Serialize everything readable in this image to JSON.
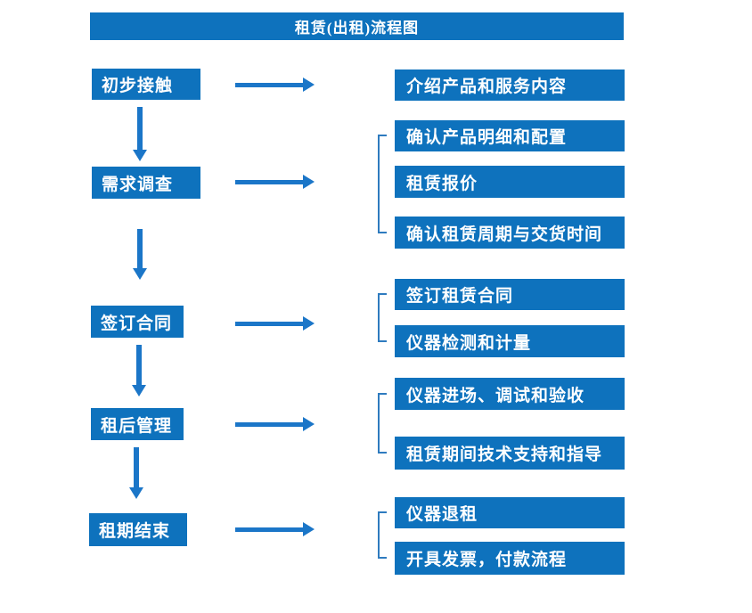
{
  "title": "租赁(出租)流程图",
  "colors": {
    "box_blue": "#0e72bd",
    "arrow_blue": "#1b76c8",
    "bracket_blue": "#2e7bbf",
    "text_white": "#ffffff",
    "background": "#ffffff"
  },
  "flow": [
    {
      "step": "初步接触",
      "outputs": [
        "介绍产品和服务内容"
      ]
    },
    {
      "step": "需求调查",
      "outputs": [
        "确认产品明细和配置",
        "租赁报价",
        "确认租赁周期与交货时间"
      ]
    },
    {
      "step": "签订合同",
      "outputs": [
        "签订租赁合同",
        "仪器检测和计量"
      ]
    },
    {
      "step": "租后管理",
      "outputs": [
        "仪器进场、调试和验收",
        "租赁期间技术支持和指导"
      ]
    },
    {
      "step": "租期结束",
      "outputs": [
        "仪器退租",
        "开具发票，付款流程"
      ]
    }
  ]
}
